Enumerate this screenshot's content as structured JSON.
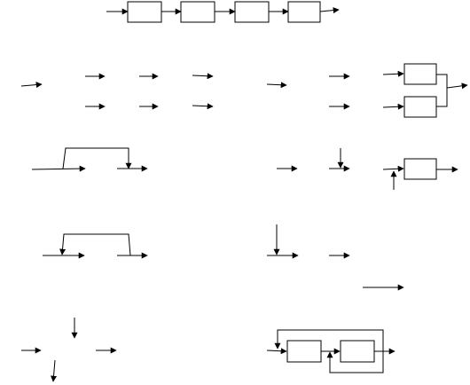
{
  "diagram": {
    "line_color": "#000000",
    "background_color": "#ffffff",
    "labels": [],
    "groups": [
      {
        "id": "top-chain",
        "description_visible": false,
        "box_count": 4,
        "arrow_count": 5
      },
      {
        "id": "row2-left",
        "box_count": 0,
        "arrow_count": 7
      },
      {
        "id": "row2-right",
        "box_count": 2,
        "arrow_count": 5
      },
      {
        "id": "row3-left",
        "box_count": 0,
        "arrow_count": 3
      },
      {
        "id": "row3-right",
        "box_count": 1,
        "arrow_count": 6
      },
      {
        "id": "row4-left",
        "box_count": 0,
        "arrow_count": 3
      },
      {
        "id": "row4-right",
        "box_count": 0,
        "arrow_count": 4
      },
      {
        "id": "row5-left",
        "box_count": 0,
        "arrow_count": 4
      },
      {
        "id": "row5-right",
        "box_count": 2,
        "arrow_count": 4
      }
    ]
  }
}
